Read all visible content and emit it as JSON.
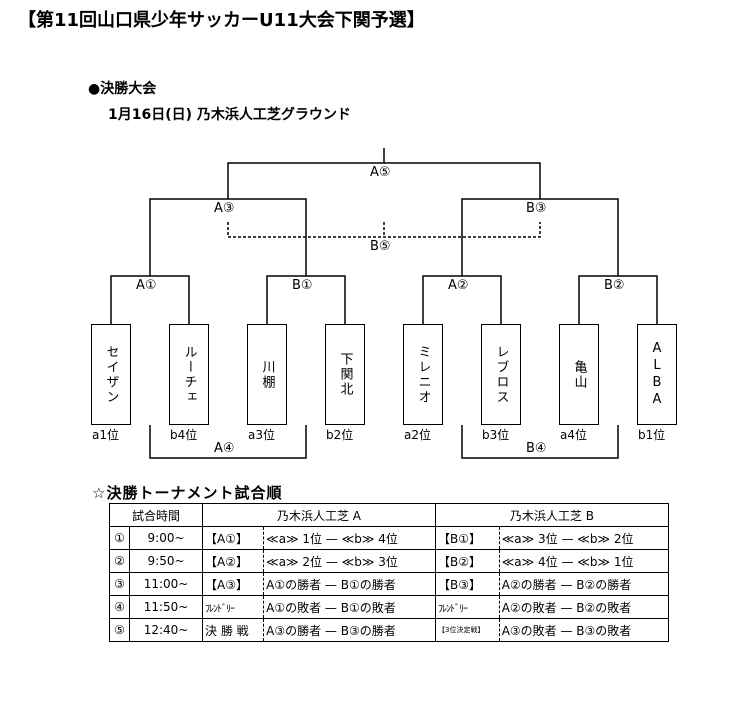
{
  "title": "【第11回山口県少年サッカーU11大会下関予選】",
  "section": "●決勝大会",
  "venue_line": "1月16日(日)  乃木浜人工芝グラウンド",
  "bracket": {
    "teams": [
      {
        "name": "セイザン",
        "seed": "a1位"
      },
      {
        "name": "ルーチェ",
        "seed": "b4位"
      },
      {
        "name": "川棚",
        "seed": "a3位"
      },
      {
        "name": "下関北",
        "seed": "b2位"
      },
      {
        "name": "ミレニオ",
        "seed": "a2位"
      },
      {
        "name": "レブロス",
        "seed": "b3位"
      },
      {
        "name": "亀山",
        "seed": "a4位"
      },
      {
        "name": "ALBA",
        "seed": "b1位"
      }
    ],
    "labels": {
      "a1": "A①",
      "b1": "B①",
      "a2": "A②",
      "b2": "B②",
      "a3": "A③",
      "b3": "B③",
      "a4": "A④",
      "b4": "B④",
      "a5": "A⑤",
      "b5": "B⑤"
    }
  },
  "schedule": {
    "title": "☆決勝トーナメント試合順",
    "header": {
      "time": "試合時間",
      "court_a": "乃木浜人工芝  A",
      "court_b": "乃木浜人工芝  B"
    },
    "rows": [
      {
        "no": "①",
        "time": "9:00~",
        "a_tag": "【A①】",
        "a_match": "≪a≫ 1位 — ≪b≫ 4位",
        "b_tag": "【B①】",
        "b_match": "≪a≫ 3位 — ≪b≫ 2位"
      },
      {
        "no": "②",
        "time": "9:50~",
        "a_tag": "【A②】",
        "a_match": "≪a≫ 2位 — ≪b≫ 3位",
        "b_tag": "【B②】",
        "b_match": "≪a≫ 4位 — ≪b≫ 1位"
      },
      {
        "no": "③",
        "time": "11:00~",
        "a_tag": "【A③】",
        "a_match": "A①の勝者 — B①の勝者",
        "b_tag": "【B③】",
        "b_match": "A②の勝者 — B②の勝者"
      },
      {
        "no": "④",
        "time": "11:50~",
        "a_tag": "ﾌﾚﾝﾄﾞﾘｰ",
        "a_match": "A①の敗者 — B①の敗者",
        "b_tag": "ﾌﾚﾝﾄﾞﾘｰ",
        "b_match": "A②の敗者 — B②の敗者"
      },
      {
        "no": "⑤",
        "time": "12:40~",
        "a_tag": "決 勝 戦",
        "a_match": "A③の勝者 — B③の勝者",
        "b_tag": "【3位決定戦】",
        "b_match": "A③の敗者 — B③の敗者"
      }
    ]
  }
}
